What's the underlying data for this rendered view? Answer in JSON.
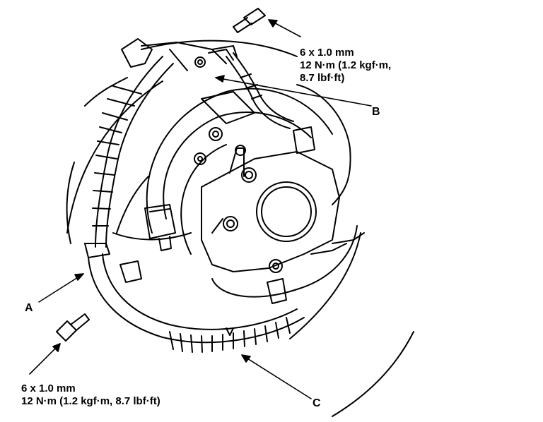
{
  "callouts": {
    "top_bolt": {
      "line1": "6 x 1.0 mm",
      "line2": "12 N·m (1.2 kgf·m,",
      "line3": "8.7 lbf·ft)"
    },
    "bottom_bolt": {
      "line1": "6 x 1.0 mm",
      "line2": "12 N·m (1.2 kgf·m, 8.7 lbf·ft)"
    }
  },
  "labels": {
    "a": "A",
    "b": "B",
    "c": "C"
  },
  "colors": {
    "ink": "#000000",
    "paper": "#ffffff"
  }
}
